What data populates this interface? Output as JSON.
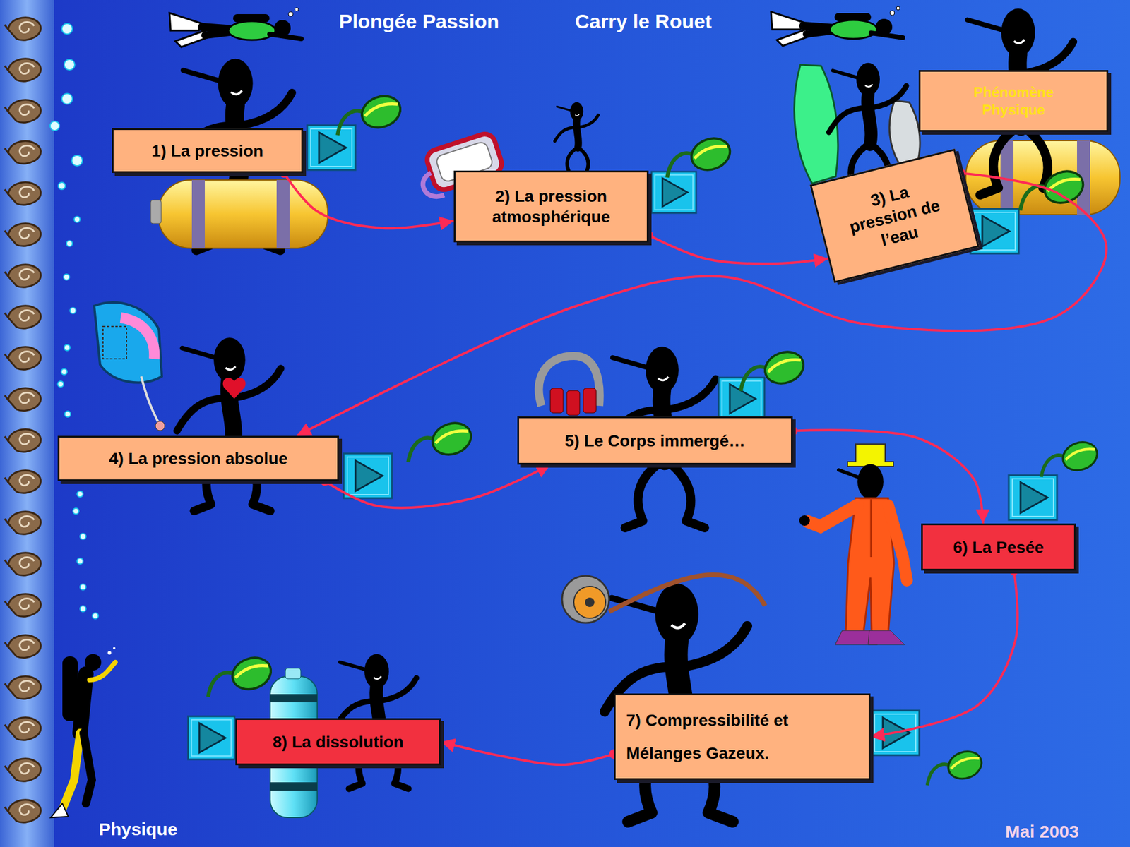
{
  "diagram": {
    "title": "Plongée Passion",
    "nodes": [
      {
        "text": [
          "1) La pression"
        ]
      },
      {
        "text": [
          "2) La pression atmosphérique"
        ]
      },
      {
        "text": [
          "Phénomène Physique"
        ]
      },
      {
        "text": [
          "3) La pression de l’eau"
        ]
      },
      {
        "text": [
          "4) La pression absolue"
        ]
      },
      {
        "text": [
          "5) Le Corps immergé…"
        ]
      },
      {
        "text": [
          "6) La Pesée"
        ]
      },
      {
        "text": [
          "7) Compressibilité et Mélanges Gazeux."
        ]
      },
      {
        "text": [
          "8) La dissolution"
        ]
      }
    ],
    "edges": [
      {
        "from": 0,
        "to": 1,
        "arrow": "to"
      },
      {
        "from": 1,
        "to": 3,
        "arrow": "to"
      },
      {
        "from": 3,
        "to": 4,
        "arrow": "to"
      },
      {
        "from": 4,
        "to": 5,
        "arrow": "to"
      },
      {
        "from": 5,
        "to": 6,
        "arrow": "to"
      },
      {
        "from": 6,
        "to": 7,
        "arrow": "to"
      },
      {
        "from": 7,
        "to": 8,
        "arrow": "to"
      }
    ],
    "labels": [
      "Carry le Rouet",
      "Physique",
      "Mai 2003"
    ]
  }
}
